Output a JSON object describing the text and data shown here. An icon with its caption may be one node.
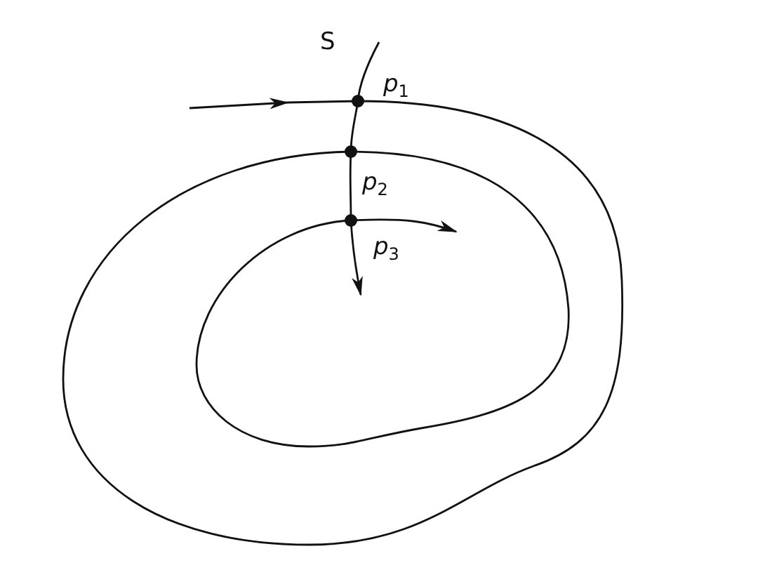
{
  "diagram": {
    "labels": [
      "S",
      "*p*$_{1}$",
      "*p*$_{2}$",
      "*p*$_{3}$"
    ]
  }
}
